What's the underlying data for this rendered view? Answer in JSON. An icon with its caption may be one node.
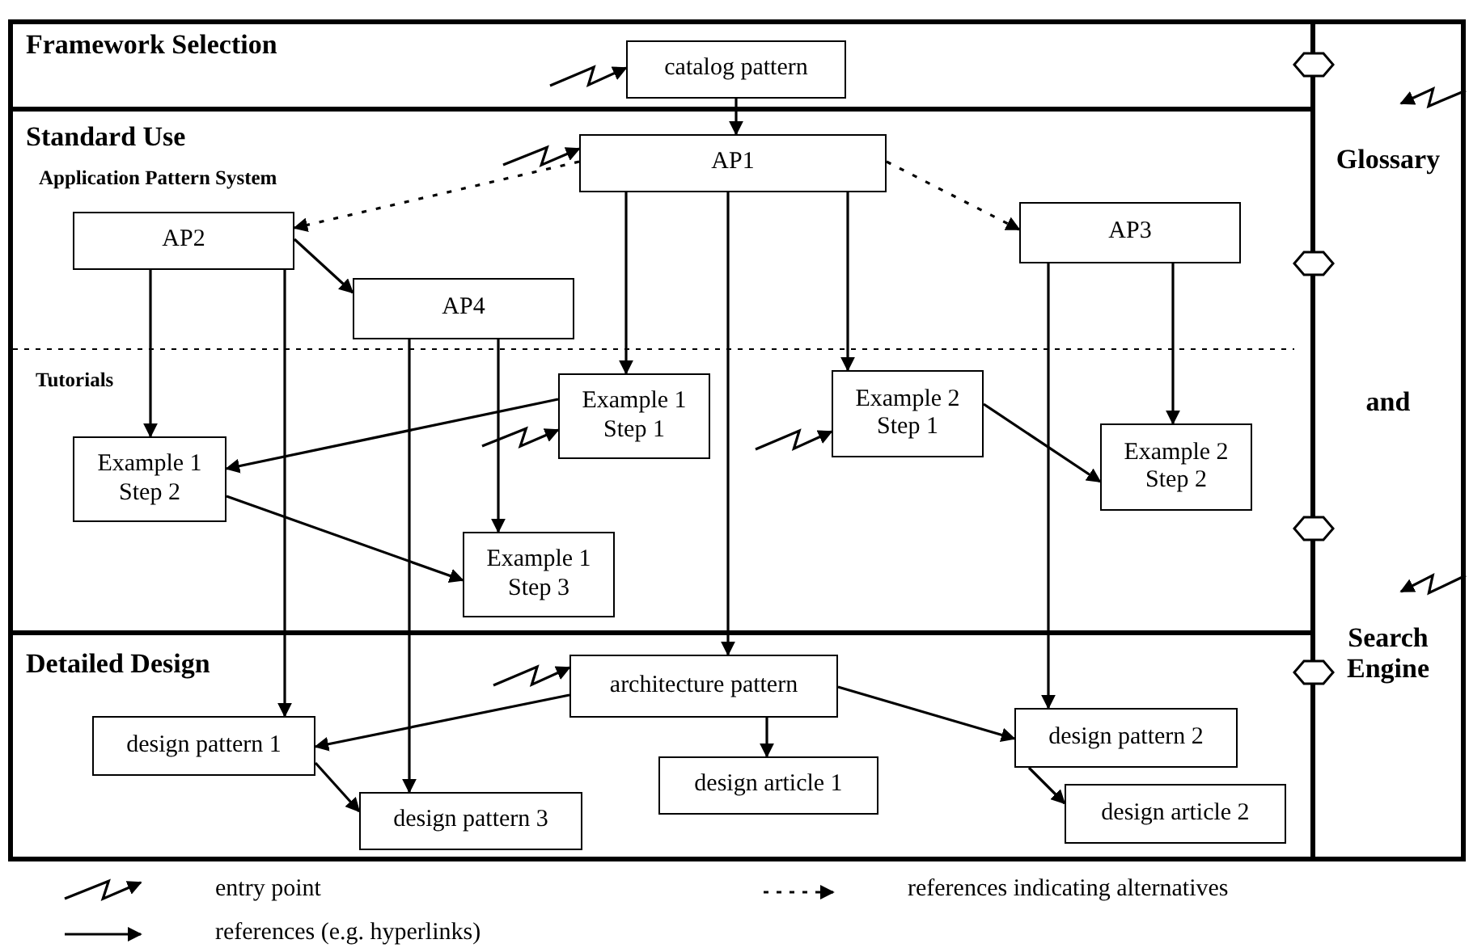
{
  "diagram": {
    "nodes": [
      {
        "text": [
          "Framework Selection"
        ]
      },
      {
        "text": [
          "catalog pattern"
        ],
        "in": 0
      },
      {
        "text": [
          "Standard Use",
          "Application Pattern System",
          "Tutorials"
        ]
      },
      {
        "text": [
          "AP1"
        ],
        "in": 2
      },
      {
        "text": [
          "AP2"
        ],
        "in": 2
      },
      {
        "text": [
          "AP3"
        ],
        "in": 2
      },
      {
        "text": [
          "AP4"
        ],
        "in": 2
      },
      {
        "text": [
          "Example 1 Step 1"
        ],
        "in": 2
      },
      {
        "text": [
          "Example 2 Step 1"
        ],
        "in": 2
      },
      {
        "text": [
          "Example 1 Step 2"
        ],
        "in": 2
      },
      {
        "text": [
          "Example 2 Step 2"
        ],
        "in": 2
      },
      {
        "text": [
          "Example 1 Step 3"
        ],
        "in": 2
      },
      {
        "text": [
          "Detailed Design"
        ]
      },
      {
        "text": [
          "architecture pattern"
        ],
        "in": 12
      },
      {
        "text": [
          "design pattern 1"
        ],
        "in": 12
      },
      {
        "text": [
          "design article 1"
        ],
        "in": 12
      },
      {
        "text": [
          "design pattern 2"
        ],
        "in": 12
      },
      {
        "text": [
          "design pattern 3"
        ],
        "in": 12
      },
      {
        "text": [
          "design article 2"
        ],
        "in": 12
      },
      {
        "text": [
          "Glossary",
          "and",
          "Search Engine"
        ]
      }
    ],
    "edges": [
      {
        "from": 1,
        "to": 3,
        "arrow": "to"
      },
      {
        "from": 3,
        "to": 4,
        "arrow": "to",
        "style": "dashed"
      },
      {
        "from": 3,
        "to": 5,
        "arrow": "to",
        "style": "dashed"
      },
      {
        "from": 4,
        "to": 6,
        "arrow": "to"
      },
      {
        "from": 4,
        "to": 9,
        "arrow": "to"
      },
      {
        "from": 4,
        "to": 14,
        "arrow": "to"
      },
      {
        "from": 6,
        "to": 11,
        "arrow": "to"
      },
      {
        "from": 6,
        "to": 17,
        "arrow": "to"
      },
      {
        "from": 3,
        "to": 7,
        "arrow": "to"
      },
      {
        "from": 3,
        "to": 8,
        "arrow": "to"
      },
      {
        "from": 3,
        "to": 13,
        "arrow": "to"
      },
      {
        "from": 5,
        "to": 10,
        "arrow": "to"
      },
      {
        "from": 5,
        "to": 16,
        "arrow": "to"
      },
      {
        "from": 7,
        "to": 9,
        "arrow": "to"
      },
      {
        "from": 9,
        "to": 11,
        "arrow": "to"
      },
      {
        "from": 8,
        "to": 10,
        "arrow": "to"
      },
      {
        "from": 13,
        "to": 14,
        "arrow": "to"
      },
      {
        "from": 13,
        "to": 15,
        "arrow": "to"
      },
      {
        "from": 13,
        "to": 16,
        "arrow": "to"
      },
      {
        "from": 14,
        "to": 17,
        "arrow": "to"
      },
      {
        "from": 16,
        "to": 18,
        "arrow": "to"
      },
      {
        "from": null,
        "to": 1,
        "arrow": "to"
      },
      {
        "from": null,
        "to": 3,
        "arrow": "to"
      },
      {
        "from": null,
        "to": 7,
        "arrow": "to"
      },
      {
        "from": null,
        "to": 8,
        "arrow": "to"
      },
      {
        "from": null,
        "to": 13,
        "arrow": "to"
      },
      {
        "from": null,
        "to": 19,
        "arrow": "to"
      },
      {
        "from": null,
        "to": 19,
        "arrow": "to"
      }
    ],
    "legend": [
      {
        "text": "entry point"
      },
      {
        "text": "references (e.g. hyperlinks)"
      },
      {
        "text": "references indicating alternatives"
      }
    ]
  }
}
